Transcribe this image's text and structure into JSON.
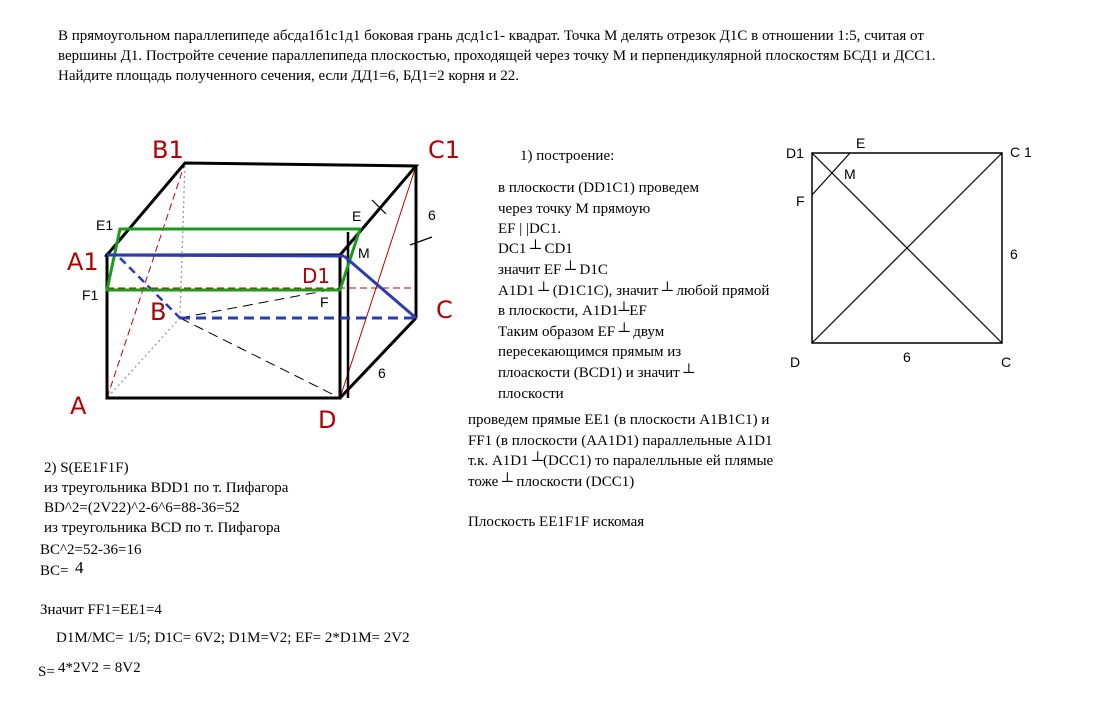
{
  "problem": {
    "lines": [
      "В прямоугольном параллепипеде абсда1б1с1д1 боковая грань дсд1с1- квадрат. Точка М делять отрезок Д1С в отношении 1:5, считая от",
      "вершины Д1. Постройте сечение параллепипеда плоскостью, проходящей через точку М и перпендикулярной плоскостям БСД1 и ДСС1.",
      "Найдите площадь полученного сечения, если ДД1=6, БД1=2 корня и 22."
    ]
  },
  "box_figure": {
    "labels": {
      "A": "A",
      "B": "B",
      "C": "C",
      "D": "D",
      "A1": "A1",
      "B1": "B1",
      "C1": "C1",
      "D1": "D1",
      "E": "E",
      "E1": "E1",
      "F": "F",
      "F1": "F1",
      "M": "M"
    },
    "edge_label_vertical": "6",
    "edge_label_depth": "6",
    "colors": {
      "section": "#1a9c1a",
      "blue": "#2b3bb0",
      "red_labels": "#b30000",
      "diag": "#c00000"
    }
  },
  "construction": {
    "heading": "1) построение:",
    "lines": [
      "в плоскости (DD1C1) проведем",
      "через точку М прямоую",
      "EF | |DC1.",
      "DC1 ┴ CD1",
      "значит EF ┴ D1C",
      "A1D1 ┴ (D1C1C), значит ┴ любой прямой",
      "в плоскости, A1D1┴EF",
      "Таким образом EF ┴ двум",
      "пересекающимся прямым из",
      "плоаскости (BCD1) и значит ┴",
      "плоскости"
    ],
    "lines2": [
      "проведем прямые EE1 (в плоскости A1B1C1) и",
      "FF1 (в плоскости (AA1D1) параллельные A1D1",
      "т.к. A1D1 ┴(DCC1) то паралелльные ей плямые",
      "тоже ┴ плоскости (DCC1)"
    ],
    "conclusion": "Плоскость EE1F1F искомая"
  },
  "square_figure": {
    "labels": {
      "D1": "D1",
      "C1": "C 1",
      "D": "D",
      "C": "C",
      "E": "E",
      "F": "F",
      "M": "M"
    },
    "side_right": "6",
    "side_bottom": "6"
  },
  "solution": {
    "lines": [
      "2) S(EE1F1F)",
      "из треугольника BDD1 по т. Пифагора",
      "BD^2=(2V22)^2-6^6=88-36=52",
      "из треугольника BCD по т. Пифагора"
    ],
    "bc2": "BC^2=52-36=16",
    "bc_label": "BC=",
    "bc_value": "4",
    "ff1": "Значит FF1=EE1=4",
    "d1m": "D1M/MC= 1/5;  D1C= 6V2; D1M=V2;  EF= 2*D1M= 2V2",
    "s_label": "S=",
    "s_value": "4*2V2 = 8V2"
  }
}
